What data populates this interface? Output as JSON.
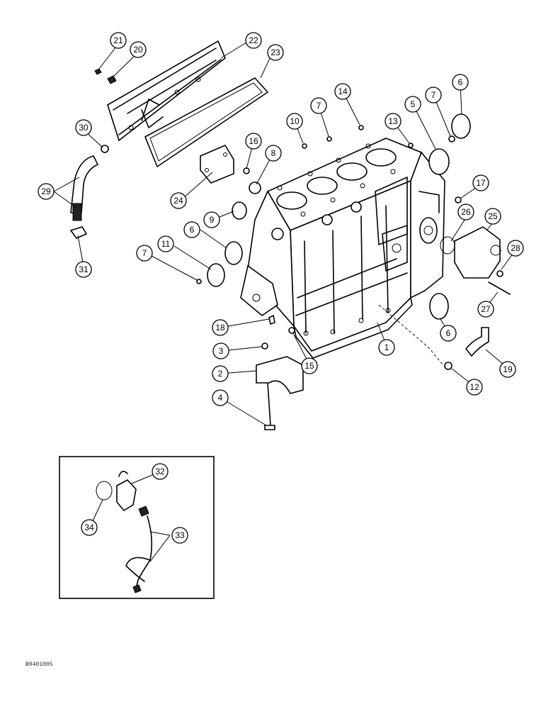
{
  "figure_ref": "B9401005",
  "callouts": [
    "1",
    "2",
    "3",
    "4",
    "5",
    "6",
    "7",
    "8",
    "9",
    "10",
    "11",
    "12",
    "13",
    "14",
    "15",
    "16",
    "17",
    "18",
    "19",
    "20",
    "21",
    "22",
    "23",
    "24",
    "25",
    "26",
    "27",
    "28",
    "29",
    "30",
    "31",
    "32",
    "33",
    "34"
  ],
  "inset_callouts": [
    "32",
    "33",
    "34"
  ]
}
